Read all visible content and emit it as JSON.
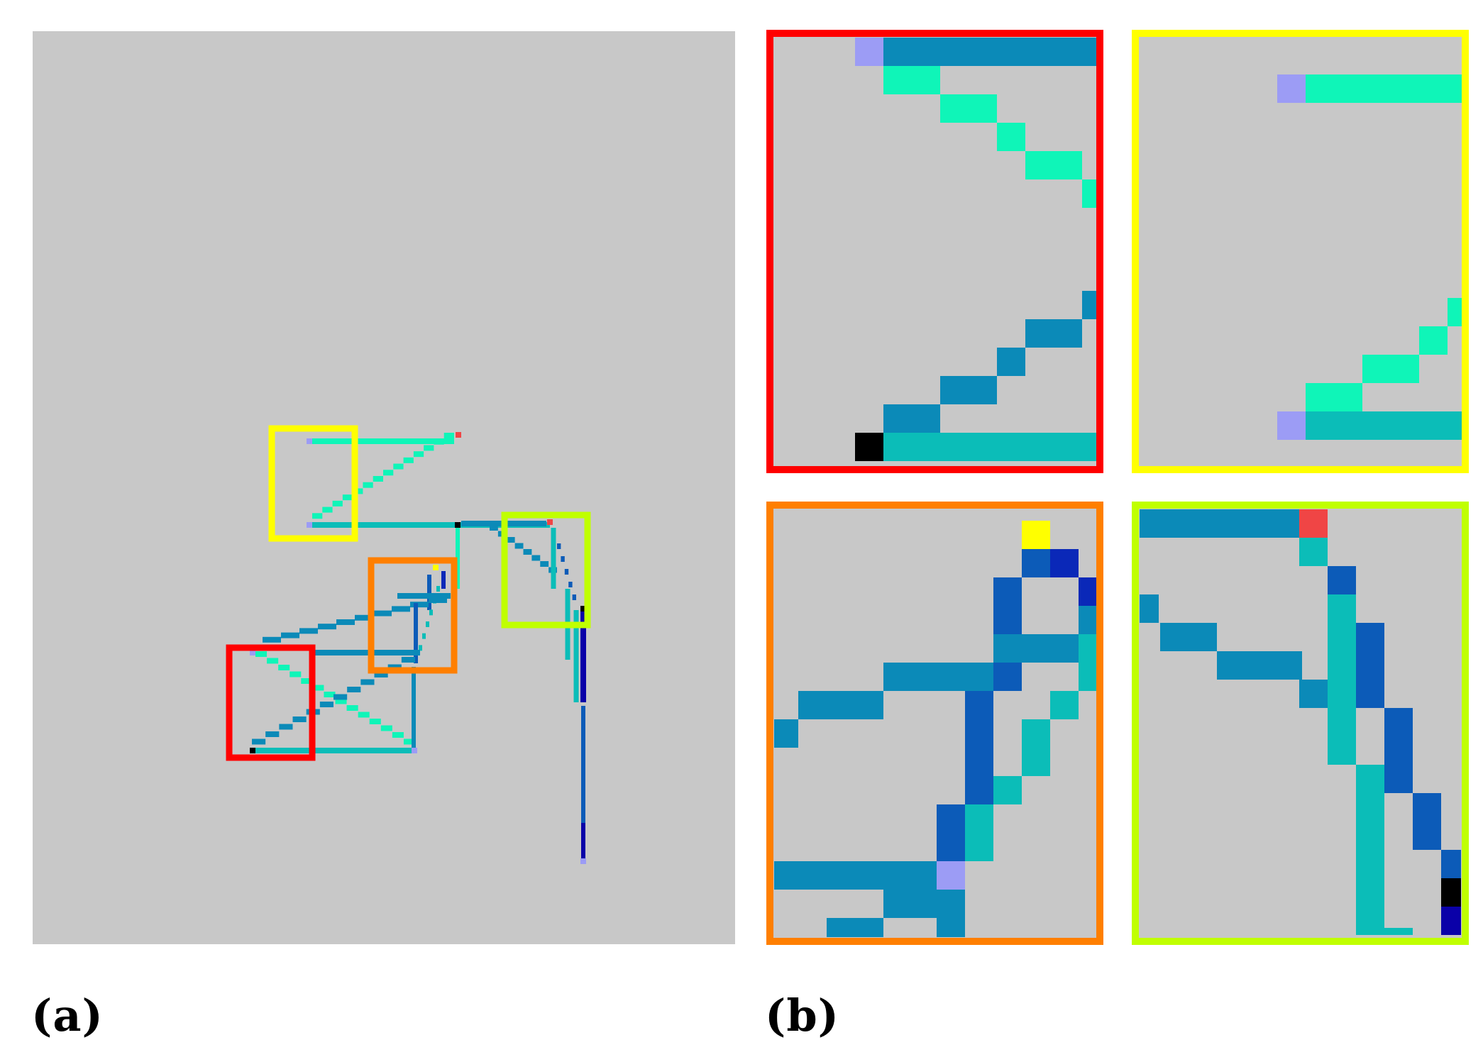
{
  "labels": {
    "a": "(a)",
    "b": "(b)"
  },
  "colors": {
    "background": "#c8c8c8",
    "teal": "#0b8ab8",
    "mint": "#0ff5b8",
    "cyan": "#0bbdb8",
    "blue": "#0c5bb8",
    "navy": "#0a28b8",
    "deep": "#0a00a8",
    "lavender": "#9c9cf5",
    "black": "#000000",
    "red": "#f04545",
    "yellow": "#ffff00"
  },
  "zoom_frames": [
    {
      "id": "red",
      "color": "#ff0000"
    },
    {
      "id": "yellow",
      "color": "#ffff00"
    },
    {
      "id": "orange",
      "color": "#ff7f00"
    },
    {
      "id": "lime",
      "color": "#c0ff00"
    }
  ]
}
